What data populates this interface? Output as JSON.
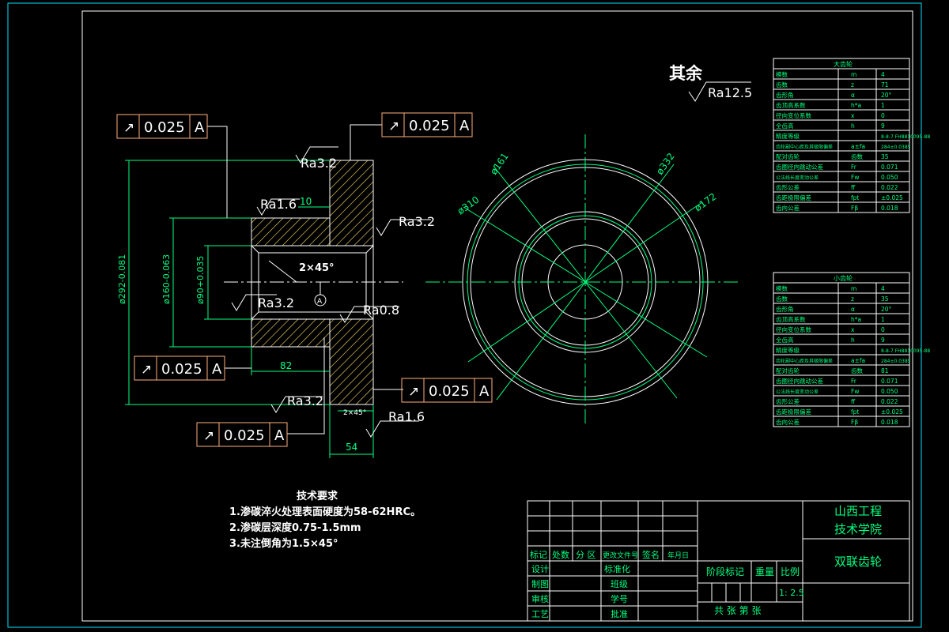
{
  "remaining_roughness": {
    "label": "其余",
    "value": "Ra12.5"
  },
  "tolerance_frames": [
    {
      "symbol": "↗",
      "value": "0.025",
      "datum": "A"
    },
    {
      "symbol": "↗",
      "value": "0.025",
      "datum": "A"
    },
    {
      "symbol": "↗",
      "value": "0.025",
      "datum": "A"
    },
    {
      "symbol": "↗",
      "value": "0.025",
      "datum": "A"
    },
    {
      "symbol": "↗",
      "value": "0.025",
      "datum": "A"
    }
  ],
  "roughness_labels": [
    "Ra3.2",
    "Ra1.6",
    "Ra3.2",
    "Ra3.2",
    "Ra0.8",
    "Ra3.2",
    "Ra1.6"
  ],
  "section_dimensions": {
    "top_width": "10",
    "chamfer": "2×45°",
    "chamfer_small": "2×45°",
    "hub_length": "82",
    "gear_width": "54",
    "datum": "A",
    "dia_outer": "ø292-0.081",
    "dia_hub": "ø160-0.063",
    "dia_bore": "ø90+0.035"
  },
  "circle_dimensions": [
    "ø161",
    "ø332",
    "ø310",
    "ø172"
  ],
  "large_gear_table": {
    "title": "大齿轮",
    "rows": [
      [
        "模数",
        "m",
        "4"
      ],
      [
        "齿数",
        "z",
        "71"
      ],
      [
        "齿形角",
        "α",
        "20°"
      ],
      [
        "齿顶高系数",
        "h*a",
        "1"
      ],
      [
        "径向变位系数",
        "x",
        "0"
      ],
      [
        "全齿高",
        "h",
        "9"
      ],
      [
        "精度等级",
        "",
        "8-8-7 FH8810095-88"
      ],
      [
        "齿轮副中心距及其极限偏差",
        "a±fa",
        "284±0.0385"
      ],
      [
        "配对齿轮",
        "齿数",
        "35"
      ],
      [
        "齿圈径向跳动公差",
        "Fr",
        "0.071"
      ],
      [
        "公法线长度变动公差",
        "Fw",
        "0.050"
      ],
      [
        "齿形公差",
        "ff",
        "0.022"
      ],
      [
        "齿距极限偏差",
        "fpt",
        "±0.025"
      ],
      [
        "齿向公差",
        "Fβ",
        "0.018"
      ]
    ]
  },
  "small_gear_table": {
    "title": "小齿轮",
    "rows": [
      [
        "模数",
        "m",
        "4"
      ],
      [
        "齿数",
        "z",
        "35"
      ],
      [
        "齿形角",
        "α",
        "20°"
      ],
      [
        "齿顶高系数",
        "h*a",
        "1"
      ],
      [
        "径向变位系数",
        "x",
        "0"
      ],
      [
        "全齿高",
        "h",
        "9"
      ],
      [
        "精度等级",
        "",
        "8-8-7 FH8810095-88"
      ],
      [
        "齿轮副中心距及其极限偏差",
        "a±fa",
        "284±0.0385"
      ],
      [
        "配对齿轮",
        "齿数",
        "81"
      ],
      [
        "齿圈径向跳动公差",
        "Fr",
        "0.071"
      ],
      [
        "公法线长度变动公差",
        "Fw",
        "0.050"
      ],
      [
        "齿形公差",
        "ff",
        "0.022"
      ],
      [
        "齿距极限偏差",
        "fpt",
        "±0.025"
      ],
      [
        "齿向公差",
        "Fβ",
        "0.018"
      ]
    ]
  },
  "technical_requirements": {
    "title": "技术要求",
    "items": [
      "1.渗碳淬火处理表面硬度为58-62HRC。",
      "2.渗碳层深度0.75-1.5mm",
      "3.未注倒角为1.5×45°"
    ]
  },
  "title_block": {
    "school_line1": "山西工程",
    "school_line2": "技术学院",
    "part_name": "双联齿轮",
    "revision_headers": [
      "标记",
      "处数",
      "分 区",
      "更改文件号",
      "签名",
      "年月日"
    ],
    "sign_labels": [
      "设计",
      "制图",
      "审核",
      "工艺"
    ],
    "sign_right": [
      "标准化",
      "班级",
      "学号",
      "批准"
    ],
    "stage_label": "阶段标记",
    "weight_label": "重量",
    "scale_label": "比例",
    "scale_value": "1: 2.5",
    "sheet_text": "共  张  第  张"
  },
  "colors": {
    "border": "#00e5ff",
    "geometry": "#ffffff",
    "dimension": "#00ff7f",
    "frame_box": "#ffb07a",
    "hatch": "#ffe066"
  }
}
